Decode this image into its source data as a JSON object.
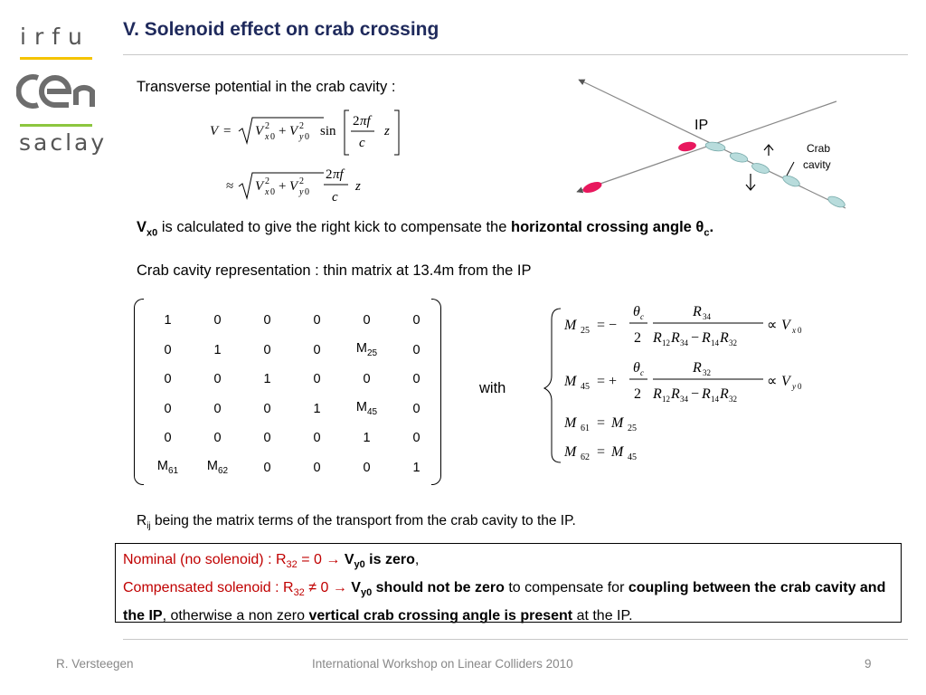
{
  "logos": {
    "irfu": "irfu",
    "saclay": "saclay"
  },
  "slide": {
    "title": "V. Solenoid effect on crab crossing",
    "intro": "Transverse potential in the crab cavity :",
    "vx0_sub": "x0",
    "vx0_text": " is calculated to give the right kick to compensate the ",
    "vx0_bold": "horizontal crossing angle θ",
    "vx0_bold_sub": "c",
    "crab_repr": "Crab cavity representation : thin matrix at 13.4m from the IP",
    "with": "with",
    "rij_sub": "ij",
    "rij_text": " being the matrix terms of the transport from the crab cavity to the IP."
  },
  "diagram": {
    "ip_label": "IP",
    "crab_label_1": "Crab",
    "crab_label_2": "cavity"
  },
  "matrix": [
    [
      "1",
      "0",
      "0",
      "0",
      "0",
      "0"
    ],
    [
      "0",
      "1",
      "0",
      "0",
      "M25",
      "0"
    ],
    [
      "0",
      "0",
      "1",
      "0",
      "0",
      "0"
    ],
    [
      "0",
      "0",
      "0",
      "1",
      "M45",
      "0"
    ],
    [
      "0",
      "0",
      "0",
      "0",
      "1",
      "0"
    ],
    [
      "M61",
      "M62",
      "0",
      "0",
      "0",
      "1"
    ]
  ],
  "note": {
    "nominal": "Nominal  (no solenoid) :  R",
    "nominal_sub": "32",
    "nominal_eq": " = 0  →  ",
    "nominal_v": "V",
    "nominal_v_sub": "y0",
    "nominal_bold": " is zero",
    "nominal_end": ",",
    "comp": "Compensated solenoid :  R",
    "comp_sub": "32",
    "comp_eq": " ≠ 0  →  ",
    "comp_v": "V",
    "comp_v_sub": "y0",
    "comp_bold": " should not be zero",
    "comp_text": " to compensate for ",
    "comp_bold2": "coupling between the crab cavity and the IP",
    "comp_text2": ", otherwise a non zero ",
    "comp_bold3": "vertical crab crossing angle is present",
    "comp_text3": " at the IP."
  },
  "footer": {
    "author": "R. Versteegen",
    "conference": "International Workshop on Linear Colliders 2010",
    "page": "9"
  },
  "colors": {
    "title": "#1f2a5c",
    "red": "#c00000",
    "bunch_red": "#e8175d",
    "bunch_blue": "#b8dcdc"
  }
}
